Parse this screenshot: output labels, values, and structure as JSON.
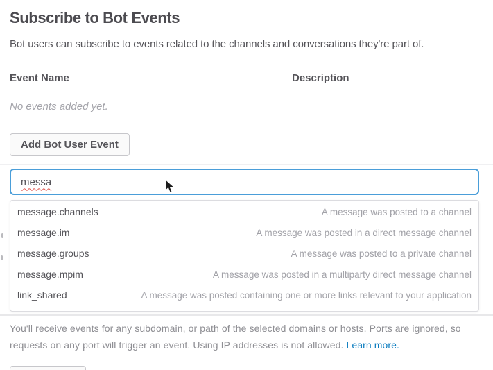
{
  "page": {
    "title": "Subscribe to Bot Events",
    "subtitle": "Bot users can subscribe to events related to the channels and conversations they're part of."
  },
  "table": {
    "columns": [
      "Event Name",
      "Description"
    ],
    "empty_message": "No events added yet."
  },
  "buttons": {
    "add_event": "Add Bot User Event"
  },
  "search": {
    "value": "messa"
  },
  "dropdown": {
    "items": [
      {
        "name": "message.channels",
        "description": "A message was posted to a channel"
      },
      {
        "name": "message.im",
        "description": "A message was posted in a direct message channel"
      },
      {
        "name": "message.groups",
        "description": "A message was posted to a private channel"
      },
      {
        "name": "message.mpim",
        "description": "A message was posted in a multiparty direct message channel"
      },
      {
        "name": "link_shared",
        "description": "A message was posted containing one or more links relevant to your application"
      }
    ]
  },
  "footer": {
    "text": "You'll receive events for any subdomain, or path of the selected domains or hosts. Ports are ignored, so requests on any port will trigger an event. Using IP addresses is not allowed. ",
    "link_label": "Learn more."
  },
  "icons": {
    "cursor": "arrow-pointer"
  },
  "colors": {
    "accent_blue": "#4a9ed9",
    "link_blue": "#0b7cbf",
    "text_dark": "#555459",
    "text_muted": "#a2a2a8",
    "footer_gray": "#8e8e93",
    "spellcheck_red": "#e0564f",
    "border_gray": "#c7c7cb",
    "divider_gray": "#e8e8ea"
  }
}
